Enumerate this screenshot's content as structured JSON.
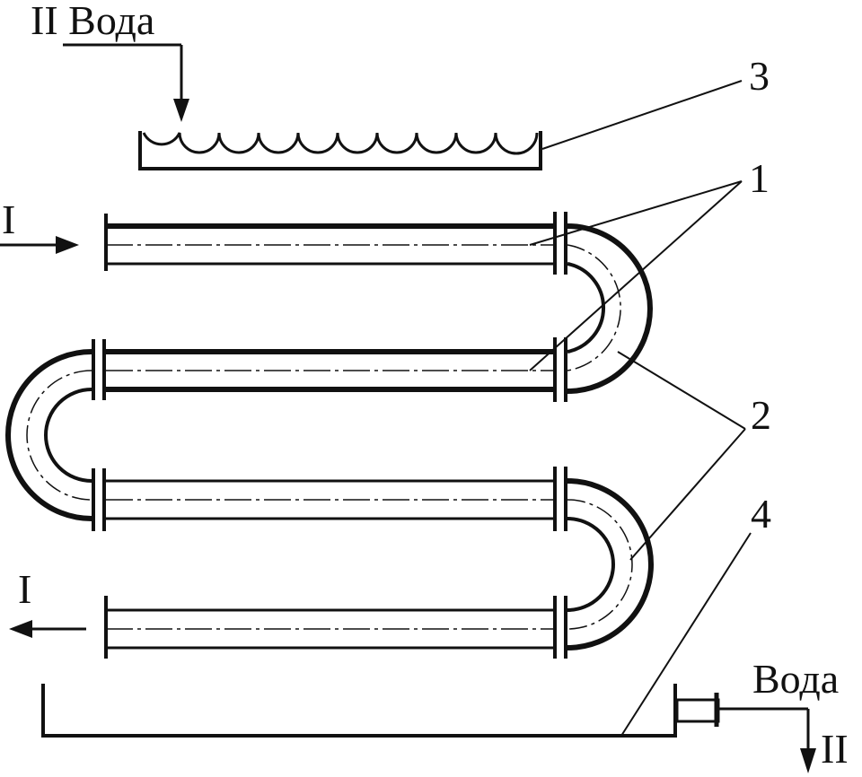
{
  "labels": {
    "top_water_inlet": "II Вода",
    "inlet_stream": "I",
    "outlet_stream": "I",
    "bottom_water": "Вода",
    "bottom_water_outlet": "II"
  },
  "callouts": {
    "pipes": "1",
    "bends": "2",
    "distributor": "3",
    "collection_trough": "4"
  },
  "colors": {
    "stroke": "#111111",
    "background": "#ffffff"
  }
}
